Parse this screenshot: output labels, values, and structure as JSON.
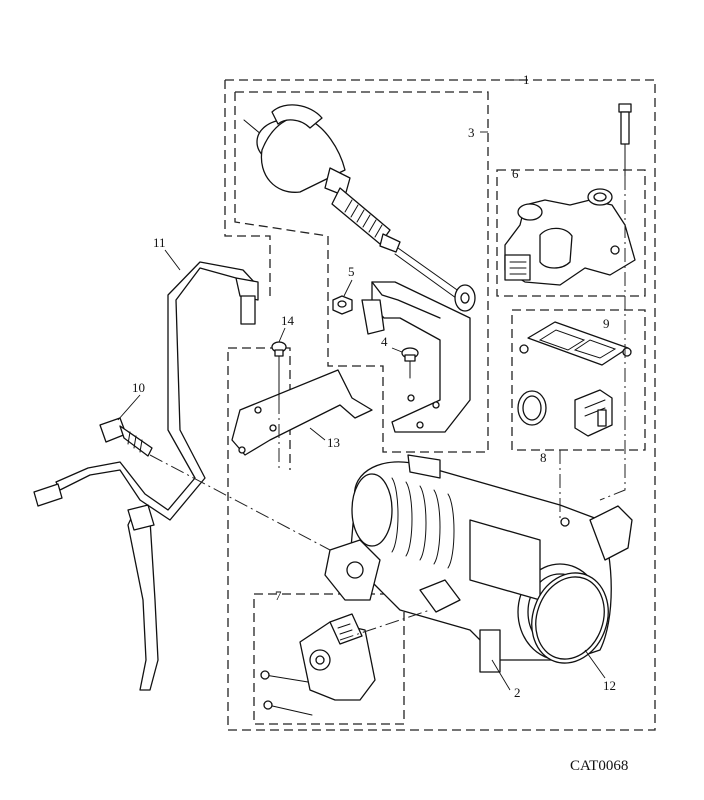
{
  "drawing_code": "CAT0068",
  "callouts": [
    {
      "id": "c1",
      "label": "1"
    },
    {
      "id": "c2",
      "label": "2"
    },
    {
      "id": "c3",
      "label": "3"
    },
    {
      "id": "c4",
      "label": "4"
    },
    {
      "id": "c5",
      "label": "5"
    },
    {
      "id": "c6",
      "label": "6"
    },
    {
      "id": "c7",
      "label": "7"
    },
    {
      "id": "c8",
      "label": "8"
    },
    {
      "id": "c9",
      "label": "9"
    },
    {
      "id": "c10",
      "label": "10"
    },
    {
      "id": "c11",
      "label": "11"
    },
    {
      "id": "c12",
      "label": "12"
    },
    {
      "id": "c13",
      "label": "13"
    },
    {
      "id": "c14",
      "label": "14"
    }
  ]
}
